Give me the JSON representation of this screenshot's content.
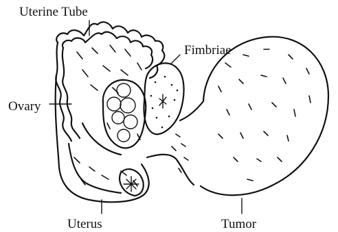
{
  "labels": {
    "uterine_tube": "Uterine Tube",
    "fimbriae": "Fimbriae",
    "ovary": "Ovary",
    "uterus": "Uterus",
    "tumor": "Tumor"
  },
  "colors": {
    "ink": "#111111",
    "background": "#ffffff"
  }
}
